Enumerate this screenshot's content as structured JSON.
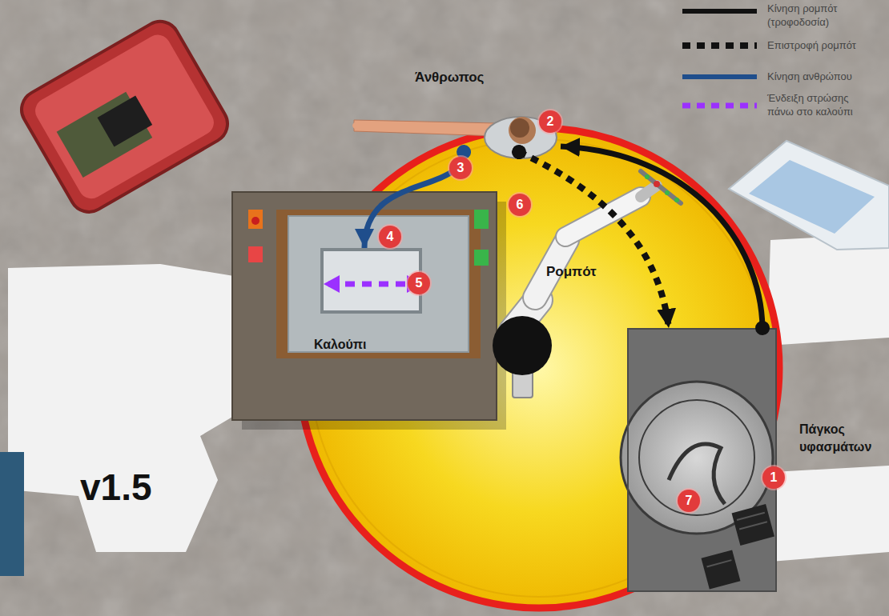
{
  "diagram": {
    "nodes": [
      {
        "text": [
          "Άνθρωπος"
        ]
      },
      {
        "text": [
          "Καλούπι"
        ]
      },
      {
        "text": [
          "Ρομπότ"
        ]
      },
      {
        "text": [
          "Πάγκος υφασμάτων"
        ]
      }
    ],
    "edges": [
      {
        "from": 3,
        "to": 0,
        "arrow": "to"
      },
      {
        "from": 0,
        "to": 1,
        "arrow": "to"
      },
      {
        "from": 0,
        "to": 3,
        "arrow": "to"
      }
    ],
    "labels": [
      "1",
      "2",
      "3",
      "4",
      "5",
      "6",
      "7",
      "v1.5"
    ],
    "legend": [
      {
        "text": "Κίνηση ρομπότ (τροφοδοσία)"
      },
      {
        "text": "Επιστροφή ρομπότ"
      },
      {
        "text": "Κίνηση ανθρώπου"
      },
      {
        "text": "Ένδειξη στρώσης πάνω στο καλούπι"
      }
    ]
  }
}
